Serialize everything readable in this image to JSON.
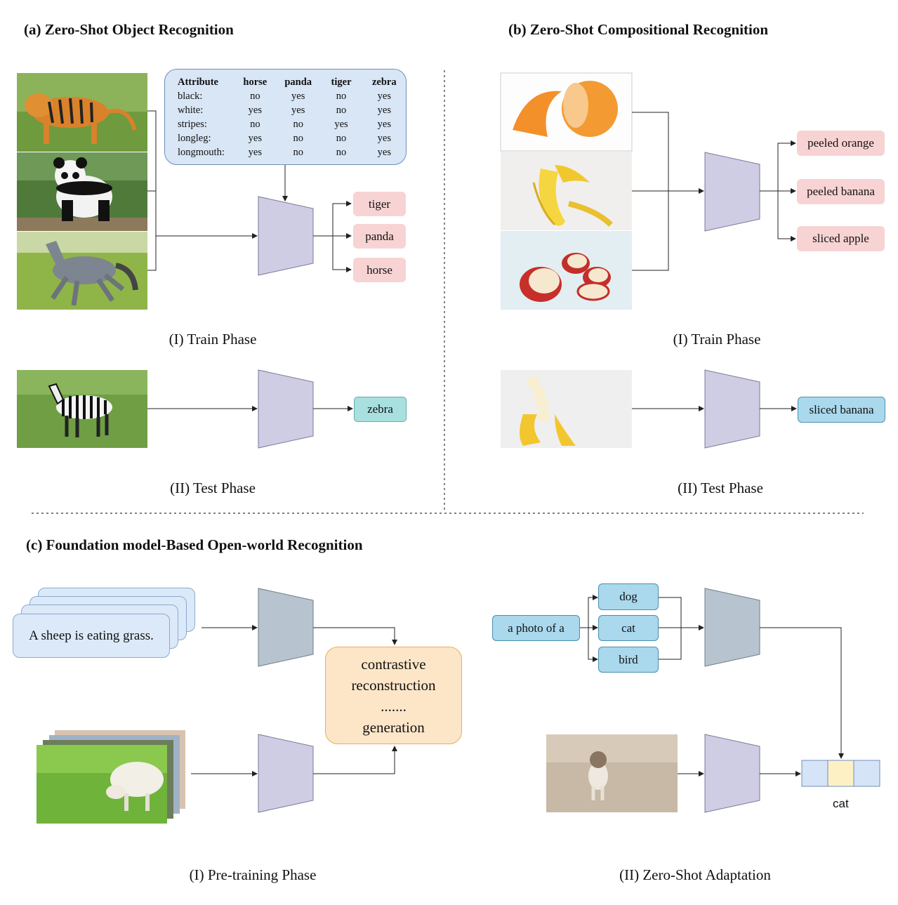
{
  "titles": {
    "a": "(a) Zero-Shot Object Recognition",
    "b": "(b) Zero-Shot Compositional Recognition",
    "c": "(c) Foundation model-Based Open-world Recognition"
  },
  "phases": {
    "a_train": "(I) Train Phase",
    "a_test": "(II) Test Phase",
    "b_train": "(I) Train Phase",
    "b_test": "(II) Test Phase",
    "c_pretrain": "(I) Pre-training Phase",
    "c_adapt": "(II) Zero-Shot Adaptation"
  },
  "attribute_table": {
    "header": [
      "Attribute",
      "horse",
      "panda",
      "tiger",
      "zebra"
    ],
    "rows": [
      [
        "black:",
        "no",
        "yes",
        "no",
        "yes"
      ],
      [
        "white:",
        "yes",
        "yes",
        "no",
        "yes"
      ],
      [
        "stripes:",
        "no",
        "no",
        "yes",
        "yes"
      ],
      [
        "longleg:",
        "yes",
        "no",
        "no",
        "yes"
      ],
      [
        "longmouth:",
        "yes",
        "no",
        "no",
        "yes"
      ]
    ]
  },
  "a_train_labels": [
    "tiger",
    "panda",
    "horse"
  ],
  "a_test_label": "zebra",
  "b_train_labels": [
    "peeled orange",
    "peeled banana",
    "sliced apple"
  ],
  "b_test_label": "sliced banana",
  "c_text": {
    "sentence": "A sheep is eating grass.",
    "objectives": [
      "contrastive",
      "reconstruction",
      ".......",
      "generation"
    ],
    "prompt": "a photo of a",
    "classes": [
      "dog",
      "cat",
      "bird"
    ],
    "result": "cat"
  },
  "colors": {
    "encoder": "#cfcde4",
    "encoder_dark": "#b7c4cf",
    "label_pink": "#f8d3d3",
    "label_cyan": "#a8e0e0",
    "label_blue": "#aad8ec",
    "objective_box": "#fde6c8"
  }
}
